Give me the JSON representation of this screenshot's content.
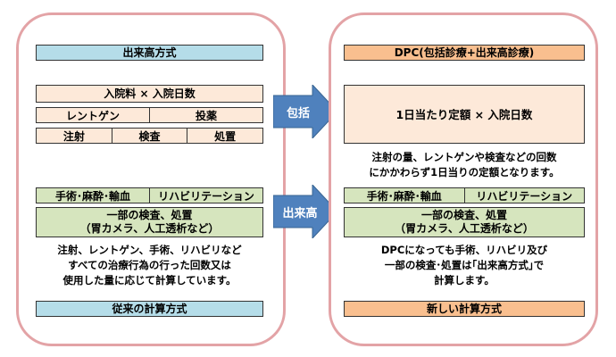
{
  "left": {
    "header": "出来高方式",
    "main_formula": "入院料 × 入院日数",
    "row1": [
      "レントゲン",
      "投薬"
    ],
    "row2": [
      "注射",
      "検査",
      "処置"
    ],
    "row3": [
      "手術･麻酔･輸血",
      "リハビリテーション"
    ],
    "partial_line1": "一部の検査、処置",
    "partial_line2": "（胃カメラ、人工透析など）",
    "desc_line1": "注射、レントゲン、手術、リハビリなど",
    "desc_line2": "すべての治療行為の行った回数又は",
    "desc_line3": "使用した量に応じて計算しています。",
    "footer": "従来の計算方式"
  },
  "right": {
    "header": "DPC(包括診療+出来高診療)",
    "main_formula": "1日当たり定額 × 入院日数",
    "desc_a_line1": "注射の量、レントゲンや検査などの回数",
    "desc_a_line2": "にかかわらず1日当りの定額となります。",
    "row3": [
      "手術･麻酔･輸血",
      "リハビリテーション"
    ],
    "partial_line1": "一部の検査、処置",
    "partial_line2": "（胃カメラ、人工透析など）",
    "desc_b_line1": "DPCになっても手術、リハビリ及び",
    "desc_b_line2": "一部の検査･処置は｢出来高方式｣で",
    "desc_b_line3": "計算します。",
    "footer": "新しい計算方式"
  },
  "arrows": {
    "top": "包括",
    "bottom": "出来高"
  },
  "colors": {
    "arrow": "#4f81bd",
    "panel_border": "#e3a3a6",
    "blue_fill": "#b5dde9",
    "orange_fill": "#f9bf8f"
  }
}
